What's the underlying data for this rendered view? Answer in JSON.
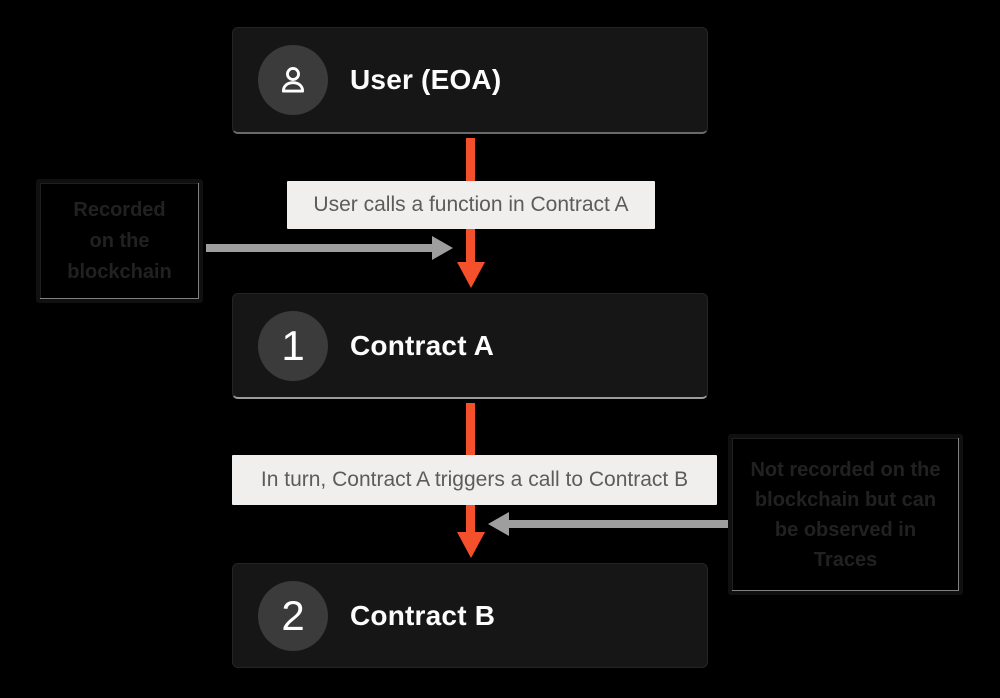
{
  "canvas": {
    "background": "#000000",
    "accent_orange": "#f4502b",
    "arrow_gray": "#9e9e9e",
    "node_fill": "#161616",
    "badge_fill": "#3b3b3b",
    "strip_fill": "#f0efee",
    "strip_text_color": "#5c5c5c"
  },
  "nodes": [
    {
      "id": "user",
      "badge_icon": "user-icon",
      "title": "User (EOA)"
    },
    {
      "id": "contract-a",
      "badge": "1",
      "title": "Contract A"
    },
    {
      "id": "contract-b",
      "badge": "2",
      "title": "Contract B"
    }
  ],
  "flow_labels": [
    {
      "text": "User calls a function in Contract A"
    },
    {
      "text": "In turn, Contract A triggers a call to Contract B"
    }
  ],
  "annotations": [
    {
      "side": "left",
      "text": "Recorded on the blockchain",
      "lines": [
        "Recorded",
        "on the",
        "blockchain"
      ]
    },
    {
      "side": "right",
      "text": "Not recorded on the blockchain but can be observed in Traces",
      "lines": [
        "Not recorded on the",
        "blockchain but can",
        "be observed in",
        "Traces"
      ]
    }
  ]
}
